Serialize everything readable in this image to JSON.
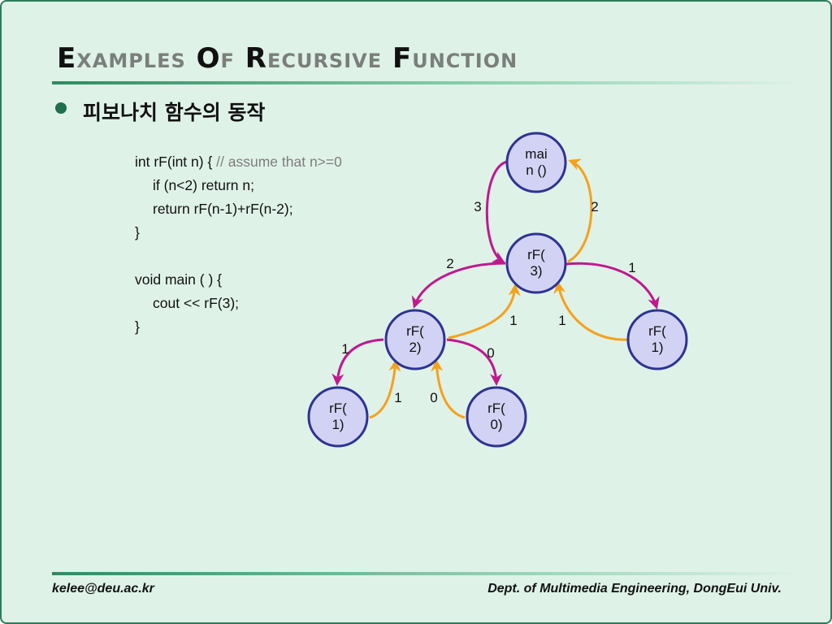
{
  "title": {
    "word1_cap": "E",
    "word1_rest": "xamples",
    "word2_cap": "O",
    "word2_rest": "f",
    "word3_cap": "R",
    "word3_rest": "ecursive",
    "word4_cap": "F",
    "word4_rest": "unction"
  },
  "bullet": "피보나치 함수의 동작",
  "code": {
    "line1": "int rF(int n) { ",
    "line1_comment": "// assume that n>=0",
    "line2": "if (n<2) return n;",
    "line3": "return rF(n-1)+rF(n-2);",
    "line4": "}",
    "line5": "void main ( ) {",
    "line6": "cout << rF(3);",
    "line7": "}"
  },
  "diagram": {
    "nodes": {
      "main": [
        "mai",
        "n ()"
      ],
      "rf3": [
        "rF(",
        "3)"
      ],
      "rf2": [
        "rF(",
        "2)"
      ],
      "rf1_right": [
        "rF(",
        "1)"
      ],
      "rf1_left": [
        "rF(",
        "1)"
      ],
      "rf0": [
        "rF(",
        "0)"
      ]
    },
    "edge_labels": {
      "main_to_rf3": "3",
      "rf3_to_main": "2",
      "rf3_to_rf2": "2",
      "rf3_to_rf1": "1",
      "rf1_to_rf3": "1",
      "rf2_to_rf3": "1",
      "rf2_to_rf1": "1",
      "rf2_to_rf0": "0",
      "rf1_to_rf2": "1",
      "rf0_to_rf2": "0"
    },
    "colors": {
      "call": "#c0188f",
      "return": "#f5a11c"
    }
  },
  "footer": {
    "left": "kelee@deu.ac.kr",
    "right": "Dept. of Multimedia Engineering, DongEui Univ."
  }
}
